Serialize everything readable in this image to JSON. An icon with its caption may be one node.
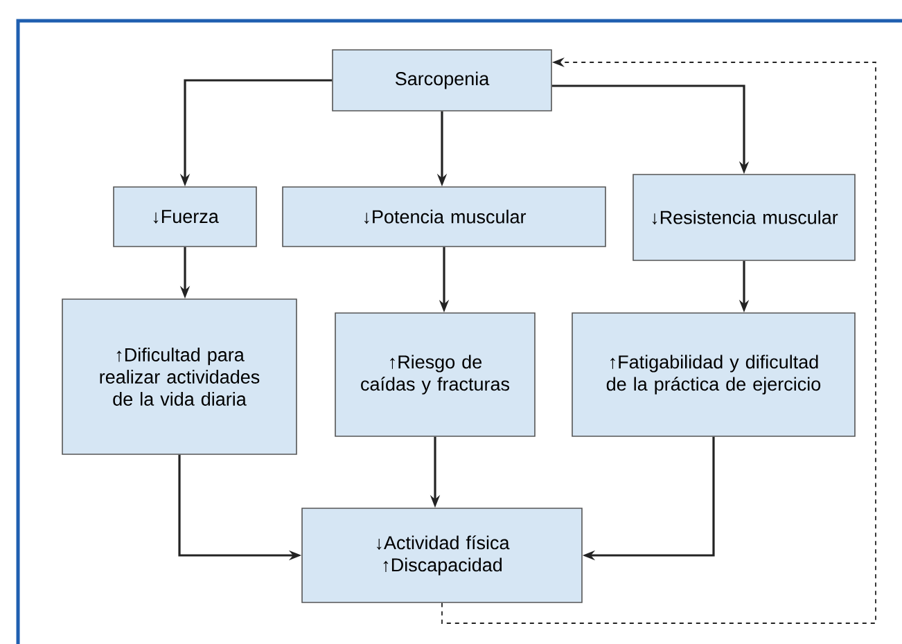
{
  "diagram": {
    "nodes": [
      {
        "text": [
          "Sarcopenia"
        ]
      },
      {
        "text": [
          "↓Fuerza"
        ]
      },
      {
        "text": [
          "↓Potencia muscular"
        ]
      },
      {
        "text": [
          "↓Resistencia muscular"
        ]
      },
      {
        "text": [
          "↑Dificultad para realizar actividades de la vida diaria"
        ]
      },
      {
        "text": [
          "↑Riesgo de caídas y fracturas"
        ]
      },
      {
        "text": [
          "↑Fatigabilidad y dificultad de la práctica de ejercicio"
        ]
      },
      {
        "text": [
          "↓Actividad física",
          "↑Discapacidad"
        ]
      }
    ],
    "edges": [
      {
        "from": 0,
        "to": 1,
        "arrow": "to"
      },
      {
        "from": 0,
        "to": 2,
        "arrow": "to"
      },
      {
        "from": 0,
        "to": 3,
        "arrow": "to"
      },
      {
        "from": 1,
        "to": 4,
        "arrow": "to"
      },
      {
        "from": 2,
        "to": 5,
        "arrow": "to"
      },
      {
        "from": 3,
        "to": 6,
        "arrow": "to"
      },
      {
        "from": 4,
        "to": 7,
        "arrow": "to"
      },
      {
        "from": 5,
        "to": 7,
        "arrow": "to"
      },
      {
        "from": 6,
        "to": 7,
        "arrow": "to"
      },
      {
        "from": 7,
        "to": 0,
        "arrow": "to",
        "style": "dashed"
      }
    ]
  }
}
